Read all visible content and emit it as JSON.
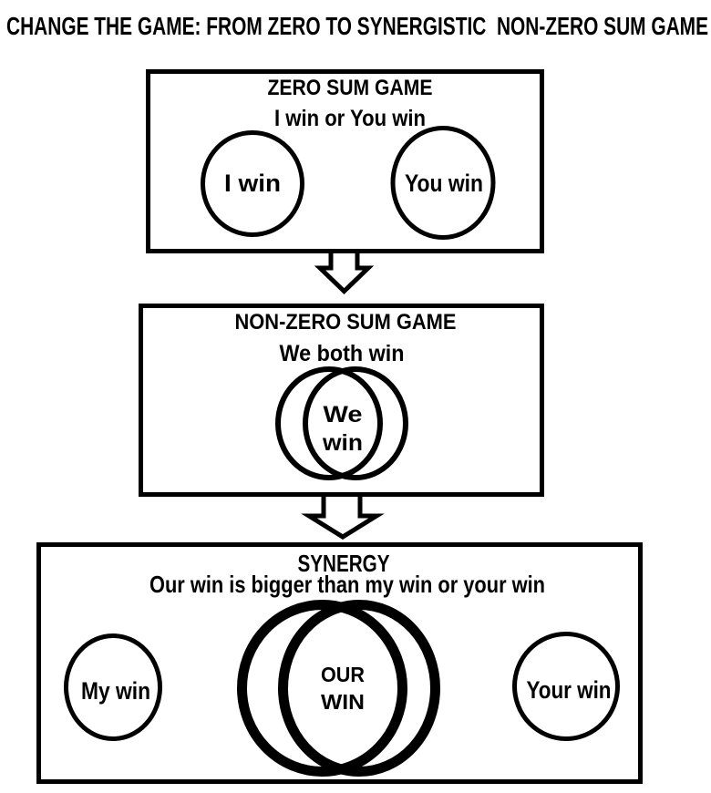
{
  "page_title": "CHANGE THE GAME: FROM ZERO TO SYNERGISTIC  NON-ZERO SUM GAME",
  "colors": {
    "ink": "#000000",
    "paper": "#ffffff"
  },
  "flow": {
    "zero_sum": {
      "heading": "ZERO SUM GAME",
      "subtitle": "I win or You win",
      "left_circle": "I win",
      "right_circle": "You win"
    },
    "non_zero_sum": {
      "heading": "NON-ZERO SUM GAME",
      "subtitle": "We both win",
      "overlap_line1": "We",
      "overlap_line2": "win"
    },
    "synergy": {
      "heading": "SYNERGY",
      "subtitle": "Our win is bigger than my win or your win",
      "left_circle": "My win",
      "overlap_line1": "OUR",
      "overlap_line2": "WIN",
      "right_circle": "Your win"
    }
  }
}
